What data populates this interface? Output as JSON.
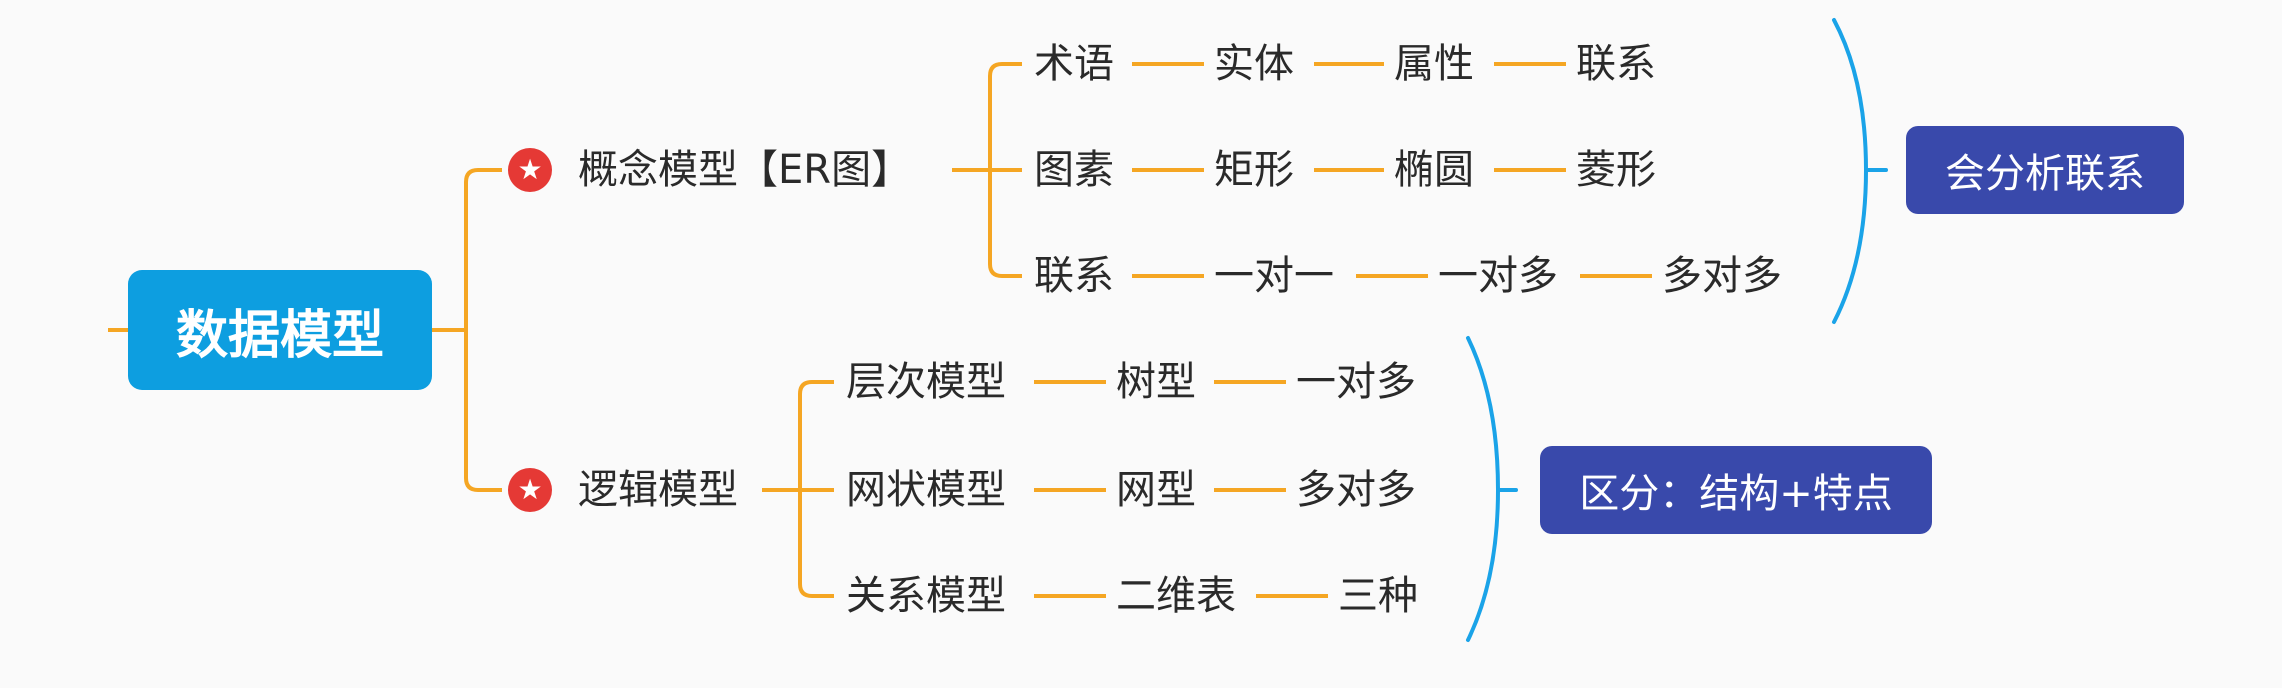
{
  "root": {
    "label": "数据模型"
  },
  "branches": [
    {
      "label": "概念模型【ER图】",
      "icon": "star-icon",
      "rows": [
        [
          "术语",
          "实体",
          "属性",
          "联系"
        ],
        [
          "图素",
          "矩形",
          "椭圆",
          "菱形"
        ],
        [
          "联系",
          "一对一",
          "一对多",
          "多对多"
        ]
      ],
      "summary": "会分析联系"
    },
    {
      "label": "逻辑模型",
      "icon": "star-icon",
      "rows": [
        [
          "层次模型",
          "树型",
          "一对多"
        ],
        [
          "网状模型",
          "网型",
          "多对多"
        ],
        [
          "关系模型",
          "二维表",
          "三种"
        ]
      ],
      "summary": "区分：结构+特点"
    }
  ],
  "colors": {
    "line": "#f5a623",
    "bracket": "#1aa3e8",
    "root_fill": "#0d9ee0",
    "summary_fill": "#3949ab",
    "star": "#e53935"
  }
}
